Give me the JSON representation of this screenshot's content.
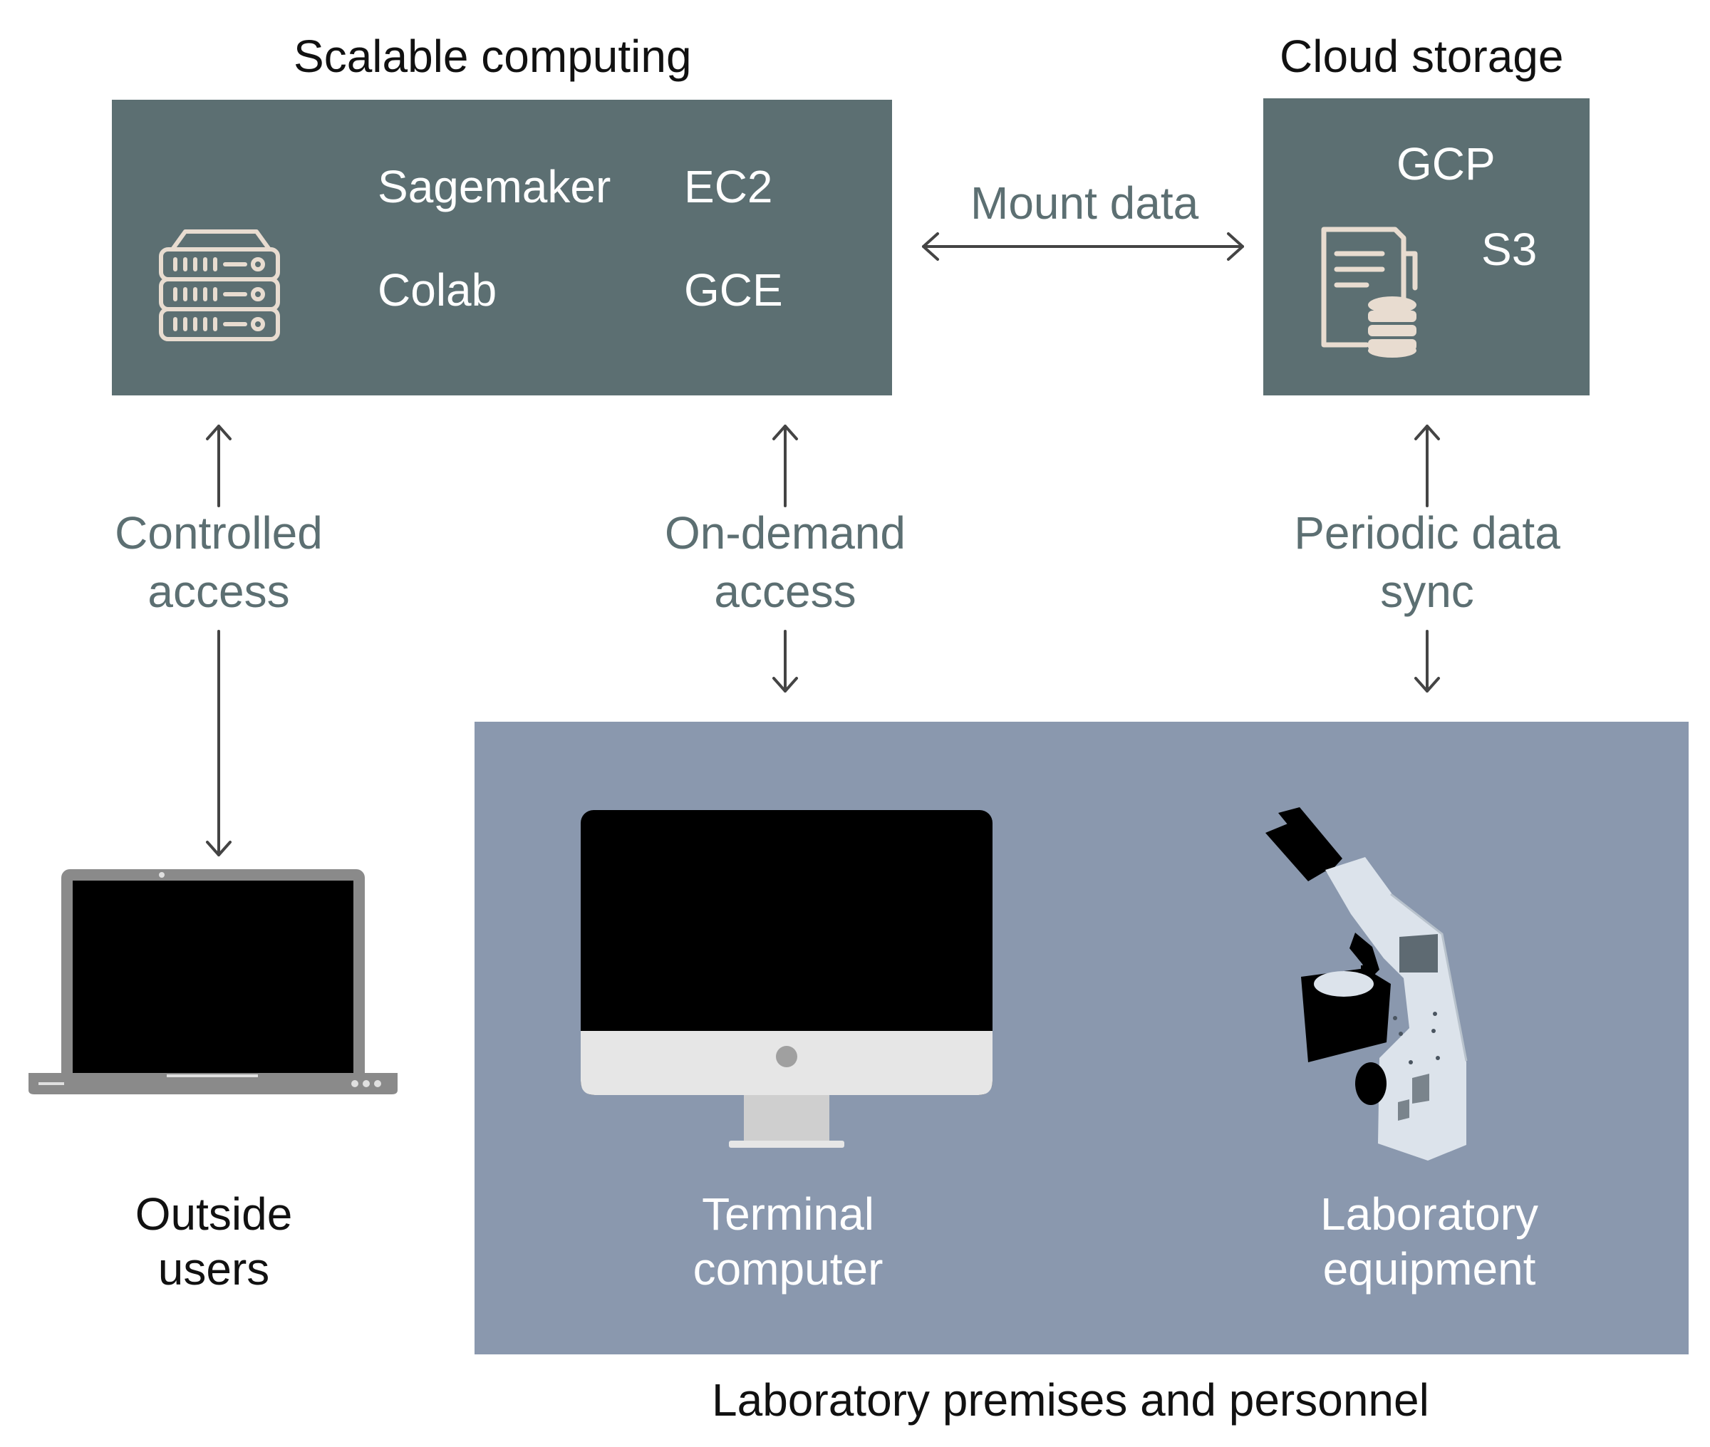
{
  "titles": {
    "compute": "Scalable computing",
    "storage": "Cloud storage",
    "lab": "Laboratory premises and personnel"
  },
  "compute": {
    "services": [
      "Sagemaker",
      "EC2",
      "Colab",
      "GCE"
    ],
    "icon": "server-rack-icon"
  },
  "storage": {
    "services": [
      "GCP",
      "S3"
    ],
    "icon": "documents-database-icon"
  },
  "flows": {
    "mount": "Mount data",
    "controlled": [
      "Controlled",
      "access"
    ],
    "on_demand": [
      "On-demand",
      "access"
    ],
    "periodic": [
      "Periodic data",
      "sync"
    ]
  },
  "devices": {
    "laptop": [
      "Outside",
      "users"
    ],
    "terminal": [
      "Terminal",
      "computer"
    ],
    "equipment": [
      "Laboratory",
      "equipment"
    ]
  },
  "colors": {
    "cloud_box": "#5c6f72",
    "lab_box": "#8a98ae",
    "arrow": "#444444",
    "icon_stroke": "#e8dcd0"
  }
}
